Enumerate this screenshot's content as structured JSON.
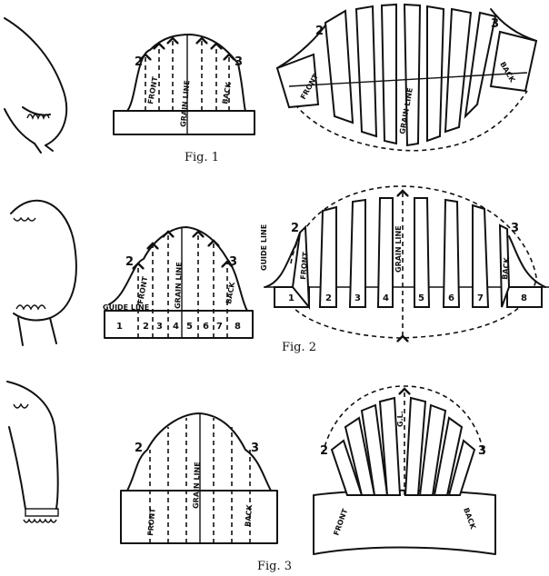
{
  "figures": [
    {
      "caption": "Fig. 1",
      "labels": {
        "front": "FRONT",
        "back": "BACK",
        "grain": "GRAIN LINE",
        "grain2": "GRAIN LINE",
        "p2": "2",
        "p3": "3",
        "p2b": "2",
        "p3b": "3",
        "front2": "FRONT",
        "back2": "BACK"
      }
    },
    {
      "caption": "Fig. 2",
      "labels": {
        "front": "FRONT",
        "back": "BACK",
        "grain": "GRAIN LINE",
        "guide": "GUIDE LINE",
        "guide2": "GUIDE LINE",
        "p2": "2",
        "p3": "3",
        "p2b": "2",
        "p3b": "3",
        "front2": "FRONT",
        "back2": "BACK",
        "grain2": "GRAIN LINE"
      },
      "sections": [
        "1",
        "2",
        "3",
        "4",
        "5",
        "6",
        "7",
        "8"
      ]
    },
    {
      "caption": "Fig. 3",
      "labels": {
        "front": "FRONT",
        "back": "BACK",
        "grain": "GRAIN LINE",
        "p2": "2",
        "p3": "3",
        "p2b": "2",
        "p3b": "3",
        "front2": "FRONT",
        "back2": "BACK",
        "gl": "G.L."
      }
    }
  ]
}
